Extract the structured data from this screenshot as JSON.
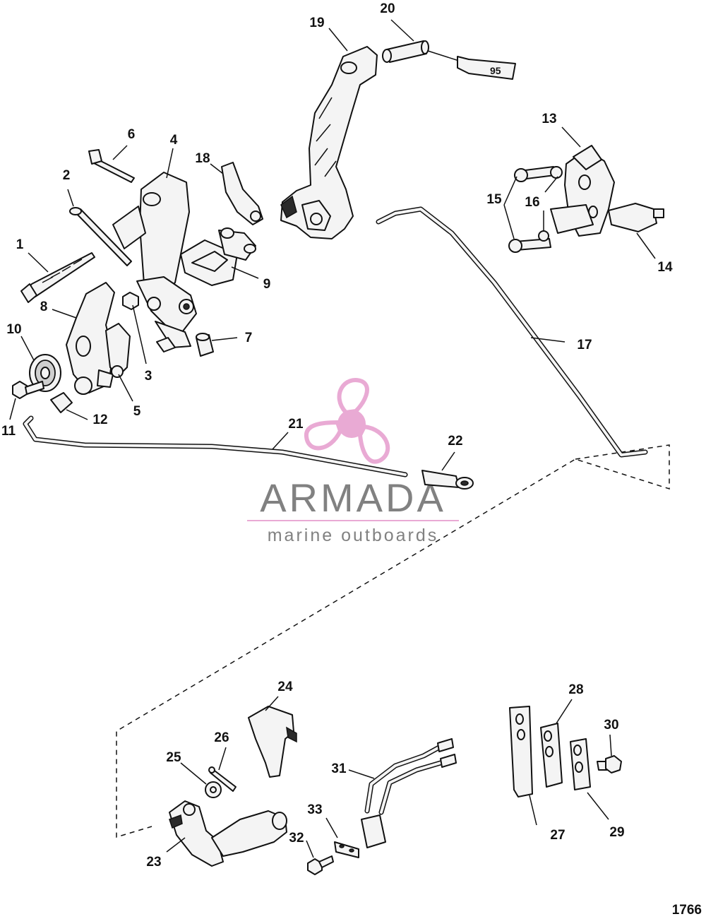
{
  "diagram": {
    "drawing_number": "1766",
    "callouts": [
      "1",
      "2",
      "3",
      "4",
      "5",
      "6",
      "7",
      "8",
      "9",
      "10",
      "11",
      "12",
      "13",
      "14",
      "15",
      "16",
      "17",
      "18",
      "19",
      "20",
      "21",
      "22",
      "23",
      "24",
      "25",
      "26",
      "27",
      "28",
      "29",
      "30",
      "31",
      "32",
      "33"
    ],
    "sealant_tube_label": "95"
  },
  "watermark": {
    "brand": "ARMADA",
    "tagline": "marine outboards",
    "logo_color": "#e8a6d2",
    "rule_color": "#e8a6d2",
    "text_color": "#7b7b7b"
  }
}
